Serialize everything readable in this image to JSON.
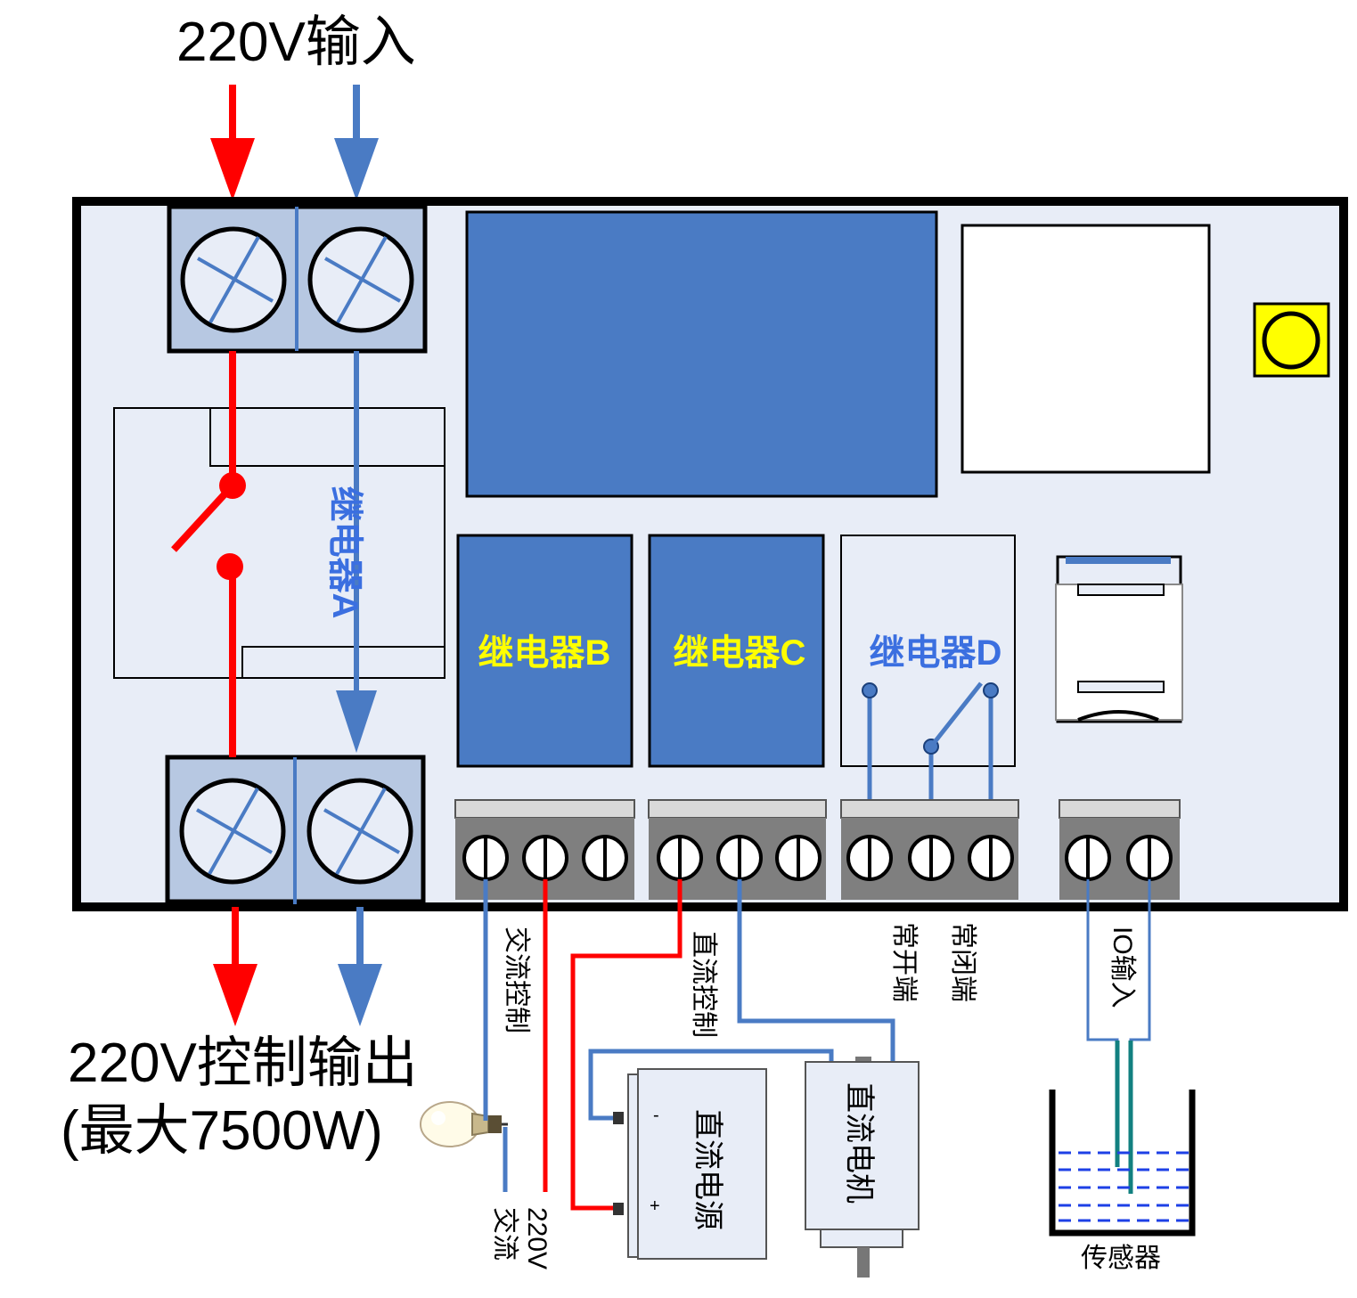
{
  "input_label": "220V输入",
  "output_label_line1": "220V控制输出",
  "output_label_line2": "(最大7500W)",
  "relays": {
    "a": "继电器A",
    "b": "继电器B",
    "c": "继电器C",
    "d": "继电器D"
  },
  "terminal_labels": {
    "ac_control": "交流控制",
    "dc_control": "直流控制",
    "normally_open": "常开端",
    "normally_closed": "常闭端",
    "io_input": "IO输入"
  },
  "ac_source_line1": "交流",
  "ac_source_line2": "220V",
  "dc_power": {
    "label": "直流电源",
    "minus": "-",
    "plus": "+"
  },
  "dc_motor": "直流电机",
  "sensor": "传感器",
  "colors": {
    "live_wire": "#ff0000",
    "neutral_wire": "#4a7bc4",
    "relay_block": "#4a7bc4",
    "board": "#e8edf7",
    "terminal": "#b7c8e2",
    "yellow_label": "#ffff00",
    "blue_label": "#3b6fe0",
    "button": "#ffff00",
    "sensor_probe": "#128080"
  }
}
